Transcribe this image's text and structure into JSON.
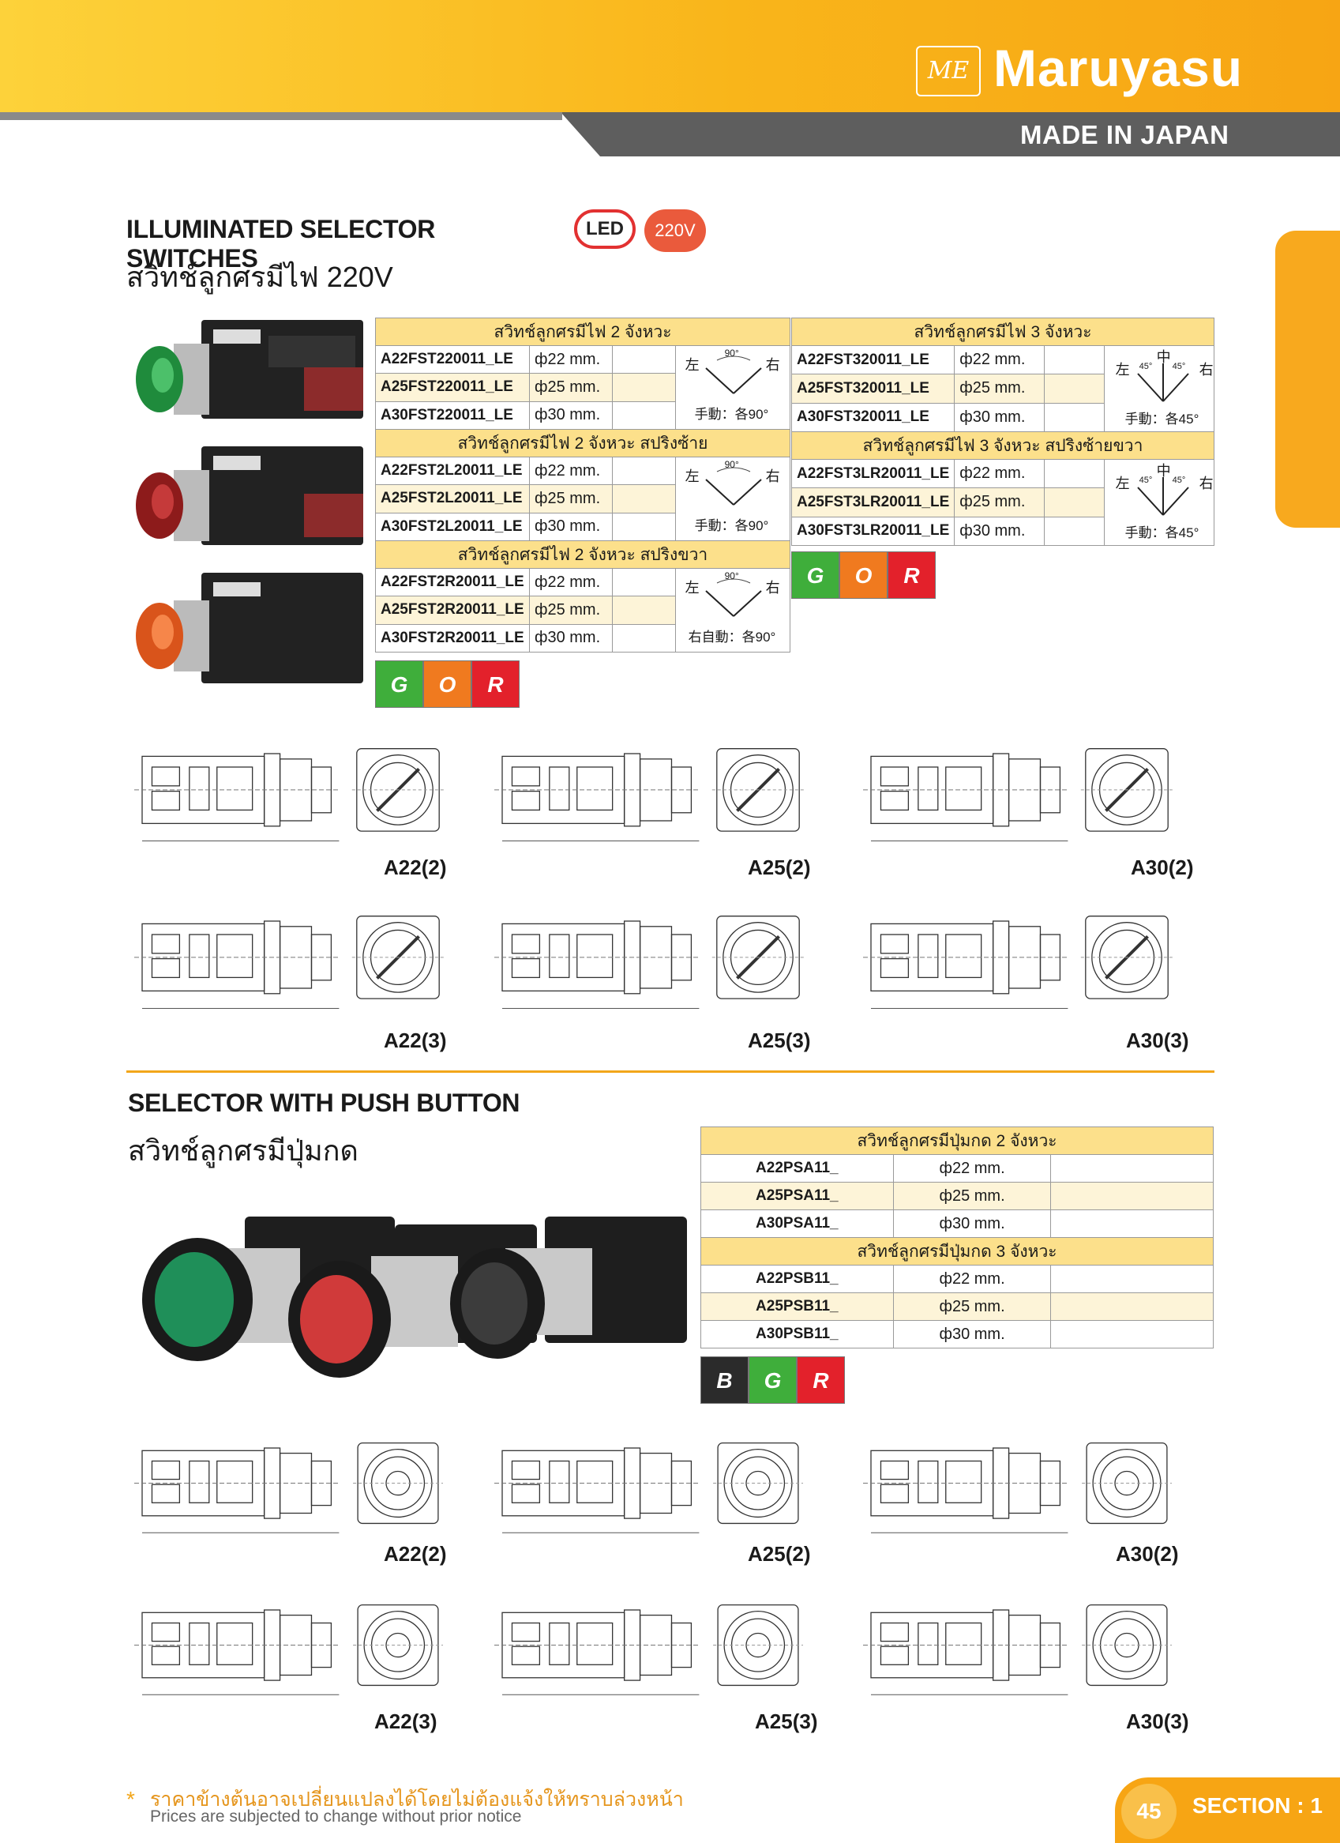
{
  "header": {
    "brand_mark": "ME",
    "brand": "Maruyasu",
    "tagline": "MADE IN JAPAN"
  },
  "section1": {
    "title": "ILLUMINATED SELECTOR SWITCHES",
    "badge_led": "LED",
    "badge_voltage": "220V",
    "subtitle": "สวิทช์ลูกศรมีไฟ 220V",
    "left_tables": [
      {
        "header": "สวิทช์ลูกศรมีไฟ 2 จังหวะ",
        "rows": [
          {
            "code": "A22FST220011_LE",
            "dia": "ф22 mm."
          },
          {
            "code": "A25FST220011_LE",
            "dia": "ф25 mm."
          },
          {
            "code": "A30FST220011_LE",
            "dia": "ф30 mm."
          }
        ],
        "figure": {
          "left": "左",
          "right": "右",
          "angle": "90°",
          "caption": "手動：各90°"
        }
      },
      {
        "header": "สวิทช์ลูกศรมีไฟ 2 จังหวะ สปริงซ้าย",
        "rows": [
          {
            "code": "A22FST2L20011_LE",
            "dia": "ф22 mm."
          },
          {
            "code": "A25FST2L20011_LE",
            "dia": "ф25 mm."
          },
          {
            "code": "A30FST2L20011_LE",
            "dia": "ф30 mm."
          }
        ],
        "figure": {
          "left": "左",
          "right": "右",
          "angle": "90°",
          "caption": "手動：各90°"
        }
      },
      {
        "header": "สวิทช์ลูกศรมีไฟ 2 จังหวะ สปริงขวา",
        "rows": [
          {
            "code": "A22FST2R20011_LE",
            "dia": "ф22 mm."
          },
          {
            "code": "A25FST2R20011_LE",
            "dia": "ф25 mm."
          },
          {
            "code": "A30FST2R20011_LE",
            "dia": "ф30 mm."
          }
        ],
        "figure": {
          "left": "左",
          "right": "右",
          "angle": "90°",
          "caption": "右自動：各90°"
        }
      }
    ],
    "right_tables": [
      {
        "header": "สวิทช์ลูกศรมีไฟ 3 จังหวะ",
        "rows": [
          {
            "code": "A22FST320011_LE",
            "dia": "ф22 mm."
          },
          {
            "code": "A25FST320011_LE",
            "dia": "ф25 mm."
          },
          {
            "code": "A30FST320011_LE",
            "dia": "ф30 mm."
          }
        ],
        "figure": {
          "left": "左",
          "center": "中",
          "right": "右",
          "angle_l": "45°",
          "angle_r": "45°",
          "caption": "手動：各45°"
        }
      },
      {
        "header": "สวิทช์ลูกศรมีไฟ 3 จังหวะ สปริงซ้ายขวา",
        "rows": [
          {
            "code": "A22FST3LR20011_LE",
            "dia": "ф22 mm."
          },
          {
            "code": "A25FST3LR20011_LE",
            "dia": "ф25 mm."
          },
          {
            "code": "A30FST3LR20011_LE",
            "dia": "ф30 mm."
          }
        ],
        "figure": {
          "left": "左",
          "center": "中",
          "right": "右",
          "angle_l": "45°",
          "angle_r": "45°",
          "caption": "手動：各45°"
        }
      }
    ],
    "colors_left": [
      {
        "letter": "G",
        "color": "#3fae3b"
      },
      {
        "letter": "O",
        "color": "#f07a1f"
      },
      {
        "letter": "R",
        "color": "#e3212b"
      }
    ],
    "colors_right": [
      {
        "letter": "G",
        "color": "#3fae3b"
      },
      {
        "letter": "O",
        "color": "#f07a1f"
      },
      {
        "letter": "R",
        "color": "#e3212b"
      }
    ],
    "drawings_row1": [
      "A22(2)",
      "A25(2)",
      "A30(2)"
    ],
    "drawings_row2": [
      "A22(3)",
      "A25(3)",
      "A30(3)"
    ]
  },
  "section2": {
    "title": "SELECTOR WITH PUSH BUTTON",
    "subtitle": "สวิทช์ลูกศรมีปุ่มกด",
    "tables": [
      {
        "header": "สวิทช์ลูกศรมีปุ่มกด 2 จังหวะ",
        "rows": [
          {
            "code": "A22PSA11_",
            "dia": "ф22 mm."
          },
          {
            "code": "A25PSA11_",
            "dia": "ф25 mm."
          },
          {
            "code": "A30PSA11_",
            "dia": "ф30 mm."
          }
        ]
      },
      {
        "header": "สวิทช์ลูกศรมีปุ่มกด 3 จังหวะ",
        "rows": [
          {
            "code": "A22PSB11_",
            "dia": "ф22 mm."
          },
          {
            "code": "A25PSB11_",
            "dia": "ф25 mm."
          },
          {
            "code": "A30PSB11_",
            "dia": "ф30 mm."
          }
        ]
      }
    ],
    "colors": [
      {
        "letter": "B",
        "color": "#2b2b2b"
      },
      {
        "letter": "G",
        "color": "#3fae3b"
      },
      {
        "letter": "R",
        "color": "#e3212b"
      }
    ],
    "drawings_row1": [
      "A22(2)",
      "A25(2)",
      "A30(2)"
    ],
    "drawings_row2": [
      "A22(3)",
      "A25(3)",
      "A30(3)"
    ]
  },
  "footer": {
    "star": "*",
    "note_th": "ราคาข้างต้นอาจเปลี่ยนแปลงได้โดยไม่ต้องแจ้งให้ทราบล่วงหน้า",
    "note_en": "Prices are subjected to change without prior notice",
    "page_number": "45",
    "section_label": "SECTION : 1"
  }
}
